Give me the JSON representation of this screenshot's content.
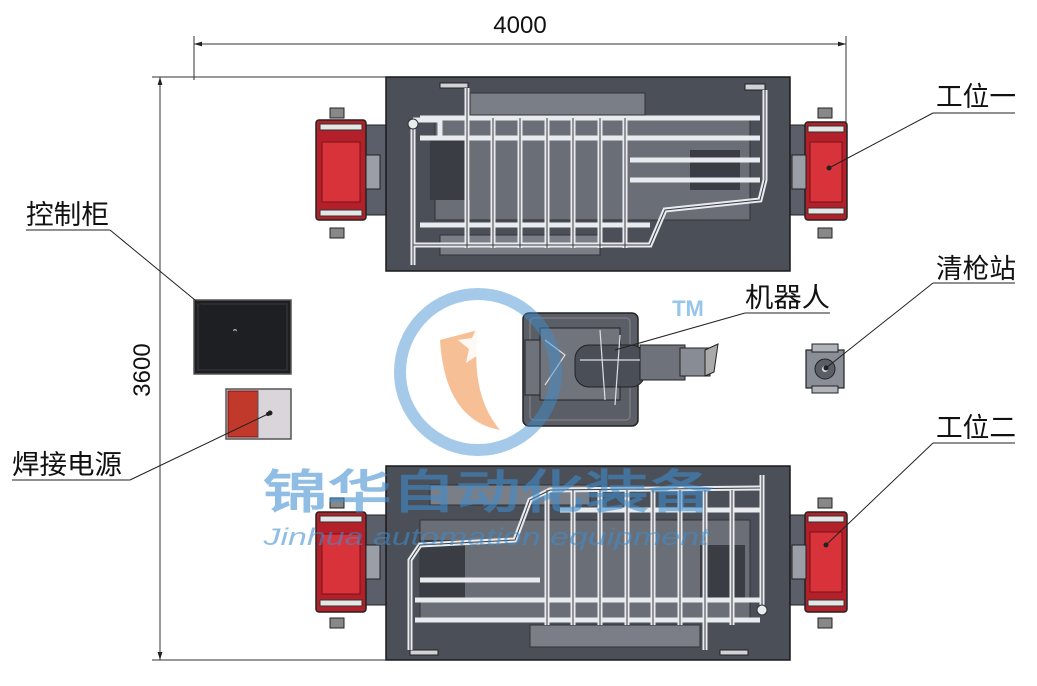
{
  "drawing": {
    "dim_width": "4000",
    "dim_height": "3600",
    "labels": {
      "station_1": "工位一",
      "station_2": "工位二",
      "control_cabinet": "控制柜",
      "robot": "机器人",
      "torch_cleaner": "清枪站",
      "welding_power": "焊接电源"
    }
  },
  "watermark": {
    "tm": "TM",
    "company_cn": "锦华自动化装备",
    "company_en": "Jinhua automation equipment"
  },
  "colors": {
    "plate": "#4b4f58",
    "positioner_red": "#c0232b",
    "frame_silver": "#e3e6ea",
    "cabinet": "#1e1f22",
    "watermark_blue": "#3f8fd0",
    "watermark_orange": "#f08a3c"
  }
}
